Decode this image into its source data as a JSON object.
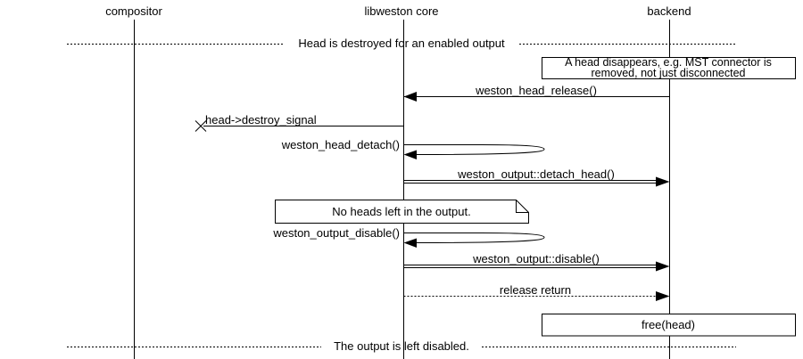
{
  "page": {
    "background": "#ffffff",
    "line_color": "#000000",
    "text_color": "#000000"
  },
  "actors": [
    {
      "id": "compositor",
      "label": "compositor"
    },
    {
      "id": "libweston-core",
      "label": "libweston core"
    },
    {
      "id": "backend",
      "label": "backend"
    }
  ],
  "dividers": [
    {
      "label": "Head is destroyed for an enabled output"
    },
    {
      "label": "The output is left disabled."
    }
  ],
  "notes": [
    {
      "shape": "box",
      "on": "backend",
      "lines": [
        "A head disappears, e.g. MST connector is",
        "removed, not just disconnected"
      ]
    },
    {
      "shape": "folded-note",
      "on": "libweston core",
      "lines": [
        "No heads left in the output."
      ]
    },
    {
      "shape": "box",
      "on": "backend",
      "lines": [
        "free(head)"
      ]
    }
  ],
  "messages": [
    {
      "label": "weston_head_release()",
      "from": "backend",
      "to": "libweston core",
      "style": "solid-call"
    },
    {
      "label": "head->destroy_signal",
      "from": "libweston core",
      "to": "lost (x)",
      "style": "lost-message"
    },
    {
      "label": "weston_head_detach()",
      "from": "libweston core",
      "to": "libweston core",
      "style": "self-call"
    },
    {
      "label": "weston_output::detach_head()",
      "from": "libweston core",
      "to": "backend",
      "style": "double-line-call"
    },
    {
      "label": "weston_output_disable()",
      "from": "libweston core",
      "to": "libweston core",
      "style": "self-call"
    },
    {
      "label": "weston_output::disable()",
      "from": "libweston core",
      "to": "backend",
      "style": "double-line-call"
    },
    {
      "label": "release return",
      "from": "libweston core",
      "to": "backend",
      "style": "dotted-return"
    }
  ]
}
